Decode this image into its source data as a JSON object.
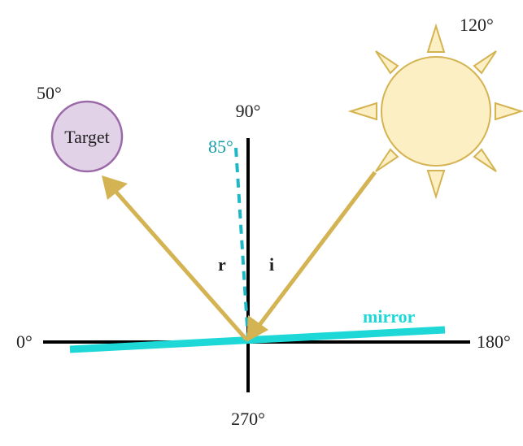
{
  "axes": {
    "left": "0°",
    "right": "180°",
    "top": "90°",
    "bottom": "270°"
  },
  "angles": {
    "target": "50°",
    "sun": "120°",
    "normal": "85°"
  },
  "labels": {
    "target": "Target",
    "mirror": "mirror",
    "reflected": "r",
    "incident": "i"
  },
  "colors": {
    "axis": "#000000",
    "mirror": "#1ed8d8",
    "normal_dash": "#1eb8c4",
    "normal_label": "#1a9ea8",
    "ray": "#d4b352",
    "sun_fill": "#fdefc4",
    "sun_stroke": "#d4b352",
    "target_fill": "#e2d2e8",
    "target_stroke": "#9a6aa8"
  },
  "icons": {
    "sun": "sun-icon",
    "target": "target-circle"
  }
}
